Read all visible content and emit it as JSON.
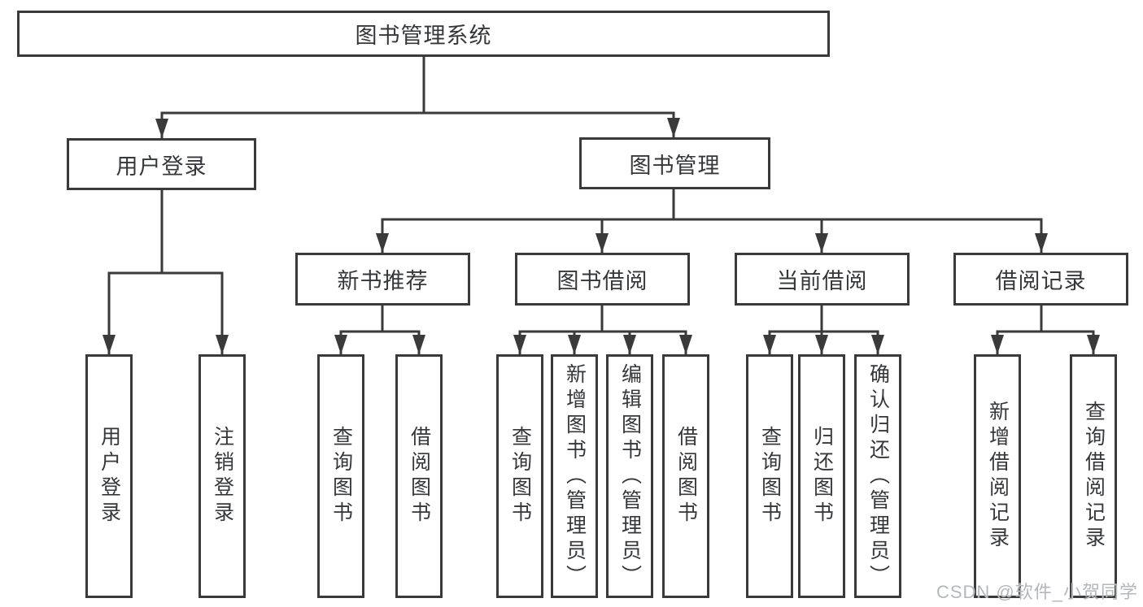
{
  "diagram": {
    "root": {
      "label": "图书管理系统"
    },
    "branches": [
      {
        "label": "用户登录",
        "children": [
          "用户登录",
          "注销登录"
        ]
      },
      {
        "label": "图书管理",
        "modules": [
          {
            "label": "新书推荐",
            "children": [
              "查询图书",
              "借阅图书"
            ]
          },
          {
            "label": "图书借阅",
            "children": [
              "查询图书",
              "新增图书（管理员）",
              "编辑图书（管理员）",
              "借阅图书"
            ]
          },
          {
            "label": "当前借阅",
            "children": [
              "查询图书",
              "归还图书",
              "确认归还（管理员）"
            ]
          },
          {
            "label": "借阅记录",
            "children": [
              "新增借阅记录",
              "查询借阅记录"
            ]
          }
        ]
      }
    ]
  },
  "watermark": {
    "text": "CSDN @软件_小贺同学",
    "color": "#b4b7bc"
  },
  "colors": {
    "line": "#3a3a3a",
    "text": "#35373b",
    "background": "#ffffff"
  }
}
